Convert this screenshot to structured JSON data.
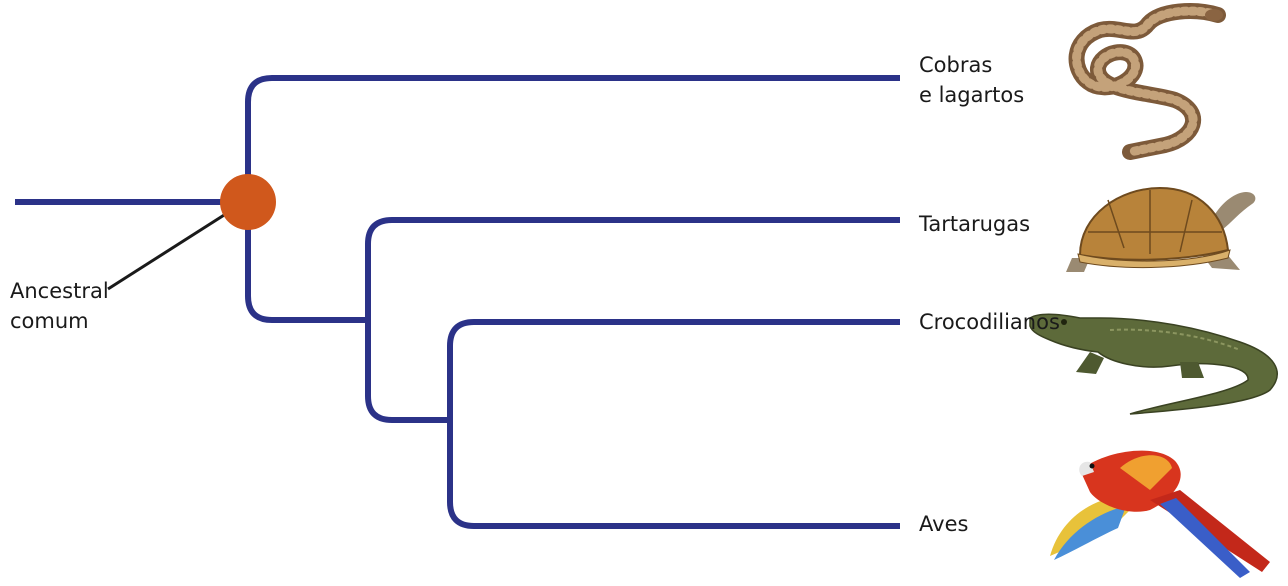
{
  "colors": {
    "branch": "#2b3288",
    "node": "#d0581c",
    "leader": "#1a1a1a"
  },
  "tree": {
    "root_label": [
      "Ancestral",
      "comum"
    ],
    "taxa": [
      {
        "lines": [
          "Cobras",
          "e lagartos"
        ],
        "icon": "snake-icon"
      },
      {
        "lines": [
          "Tartarugas"
        ],
        "icon": "turtle-icon"
      },
      {
        "lines": [
          "Crocodilianos"
        ],
        "icon": "crocodile-icon"
      },
      {
        "lines": [
          "Aves"
        ],
        "icon": "parrot-icon"
      }
    ]
  }
}
